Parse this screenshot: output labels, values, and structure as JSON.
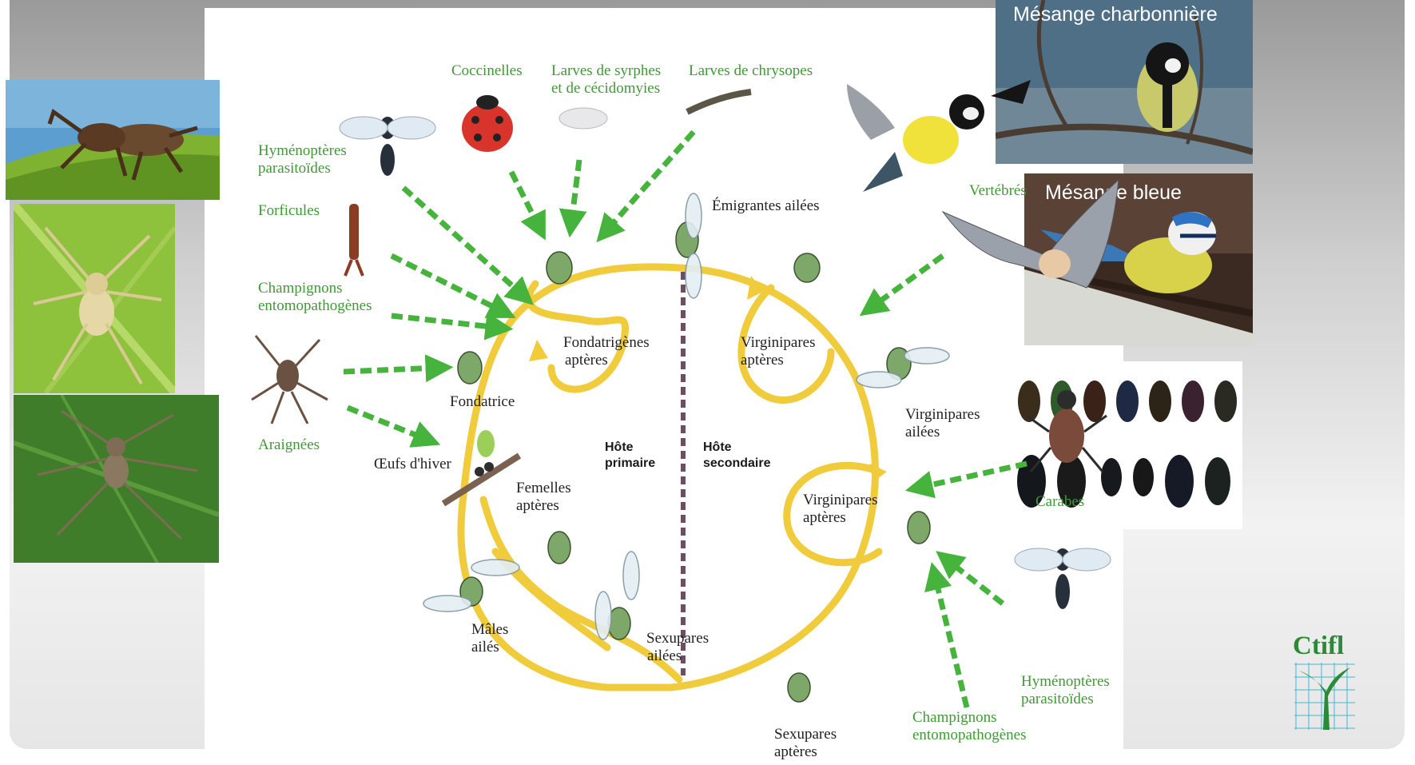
{
  "photos": {
    "great_tit_caption": "Mésange charbonnière",
    "blue_tit_caption": "Mésange bleue"
  },
  "logo": {
    "text": "Ctifl"
  },
  "diagram": {
    "predators": {
      "hymenopteres_top": [
        "Hyménoptères",
        "parasitoïdes"
      ],
      "forficules": "Forficules",
      "champignons_top": [
        "Champignons",
        "entomopathogènes"
      ],
      "araignees": "Araignées",
      "coccinelles": "Coccinelles",
      "syrphes": [
        "Larves de syrphes",
        "et de cécidomyies"
      ],
      "chrysopes": "Larves de chrysopes",
      "vertebres": "Vertébrés",
      "carabes": "Carabes",
      "hymenopteres_bottom": [
        "Hyménoptères",
        "parasitoïdes"
      ],
      "champignons_bottom": [
        "Champignons",
        "entomopathogènes"
      ]
    },
    "cycle": {
      "emigrantes": "Émigrantes ailées",
      "fondatrigenes": [
        "Fondatrigènes",
        "aptères"
      ],
      "virginipares_apteres_top": [
        "Virginipares",
        "aptères"
      ],
      "fondatrice": "Fondatrice",
      "oeufs": "Œufs d'hiver",
      "hote_primaire": [
        "Hôte",
        "primaire"
      ],
      "hote_secondaire": [
        "Hôte",
        "secondaire"
      ],
      "virginipares_ailees": [
        "Virginipares",
        "ailées"
      ],
      "virginipares_apteres_mid": [
        "Virginipares",
        "aptères"
      ],
      "femelles": [
        "Femelles",
        "aptères"
      ],
      "males": [
        "Mâles",
        "ailés"
      ],
      "sexupares_ailees": [
        "Sexupares",
        "ailées"
      ],
      "sexupares_apteres": [
        "Sexupares",
        "aptères"
      ]
    }
  }
}
